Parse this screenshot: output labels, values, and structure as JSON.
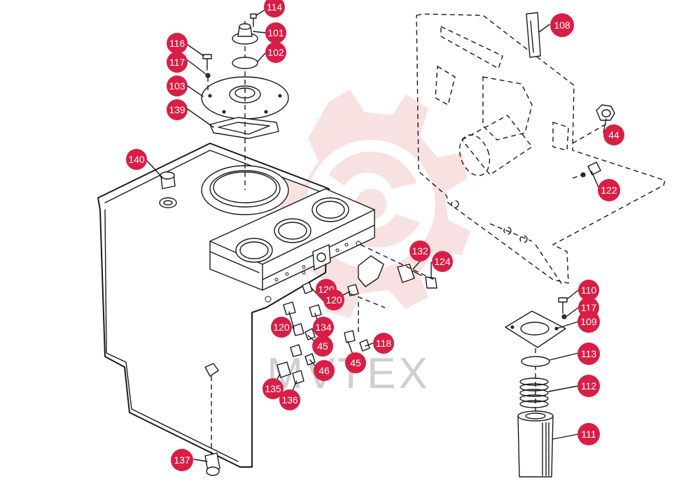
{
  "colors": {
    "badge": "#d81e45",
    "badge_text": "#ffffff",
    "line": "#1a1a1a",
    "watermark_logo": "#f4c9ca",
    "watermark_text": "#cfcfcf"
  },
  "watermark": {
    "text": "MVTEX",
    "logo_icon": "gear-logo-icon"
  },
  "callouts": [
    {
      "id": "c114",
      "label": "114"
    },
    {
      "id": "c101",
      "label": "101"
    },
    {
      "id": "c102",
      "label": "102"
    },
    {
      "id": "c116",
      "label": "116"
    },
    {
      "id": "c117a",
      "label": "117"
    },
    {
      "id": "c103",
      "label": "103"
    },
    {
      "id": "c139",
      "label": "139"
    },
    {
      "id": "c140",
      "label": "140"
    },
    {
      "id": "c108",
      "label": "108"
    },
    {
      "id": "c44",
      "label": "44"
    },
    {
      "id": "c122",
      "label": "122"
    },
    {
      "id": "c132",
      "label": "132"
    },
    {
      "id": "c124",
      "label": "124"
    },
    {
      "id": "c120a",
      "label": "120"
    },
    {
      "id": "c120b",
      "label": "120"
    },
    {
      "id": "c134",
      "label": "134"
    },
    {
      "id": "c45a",
      "label": "45"
    },
    {
      "id": "c118",
      "label": "118"
    },
    {
      "id": "c45b",
      "label": "45"
    },
    {
      "id": "c46",
      "label": "46"
    },
    {
      "id": "c135",
      "label": "135"
    },
    {
      "id": "c136",
      "label": "136"
    },
    {
      "id": "c137",
      "label": "137"
    },
    {
      "id": "c110",
      "label": "110"
    },
    {
      "id": "c117b",
      "label": "117"
    },
    {
      "id": "c109",
      "label": "109"
    },
    {
      "id": "c113",
      "label": "113"
    },
    {
      "id": "c112",
      "label": "112"
    },
    {
      "id": "c111",
      "label": "111"
    }
  ]
}
